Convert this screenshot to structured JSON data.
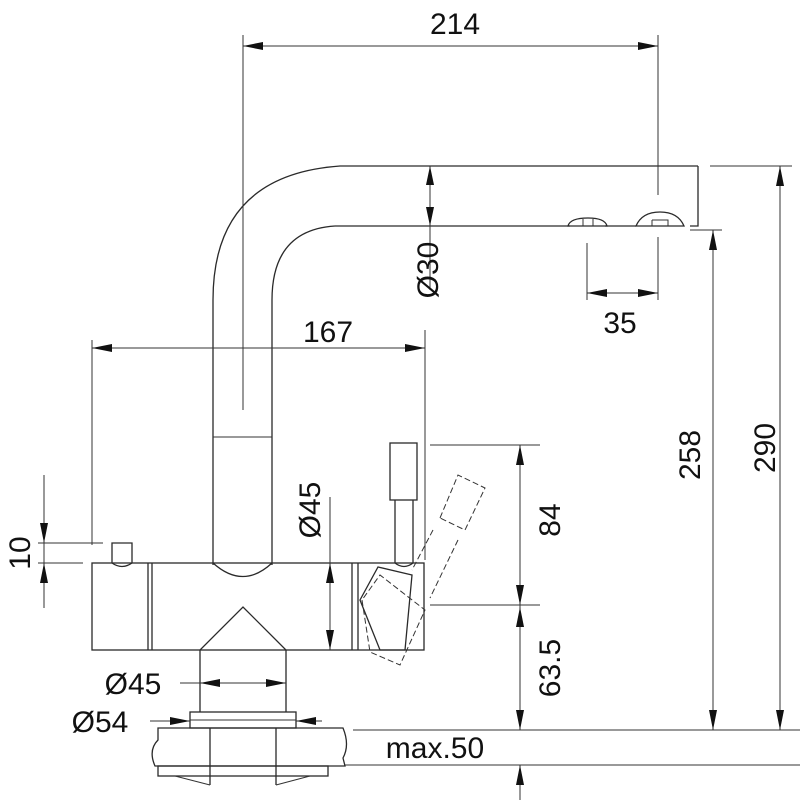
{
  "drawing": {
    "title": "Faucet dimension drawing",
    "dimensions": {
      "overall_reach": "214",
      "spout_diameter": "Ø30",
      "aerator_spacing": "35",
      "body_length": "167",
      "button_height": "10",
      "body_diameter": "Ø45",
      "lever_height": "84",
      "body_height": "63.5",
      "spout_clearance": "258",
      "overall_height": "290",
      "shank_diameter": "Ø45",
      "flange_diameter": "Ø54",
      "counter_thickness": "max.50"
    },
    "line_color": "#2a2a2a"
  }
}
